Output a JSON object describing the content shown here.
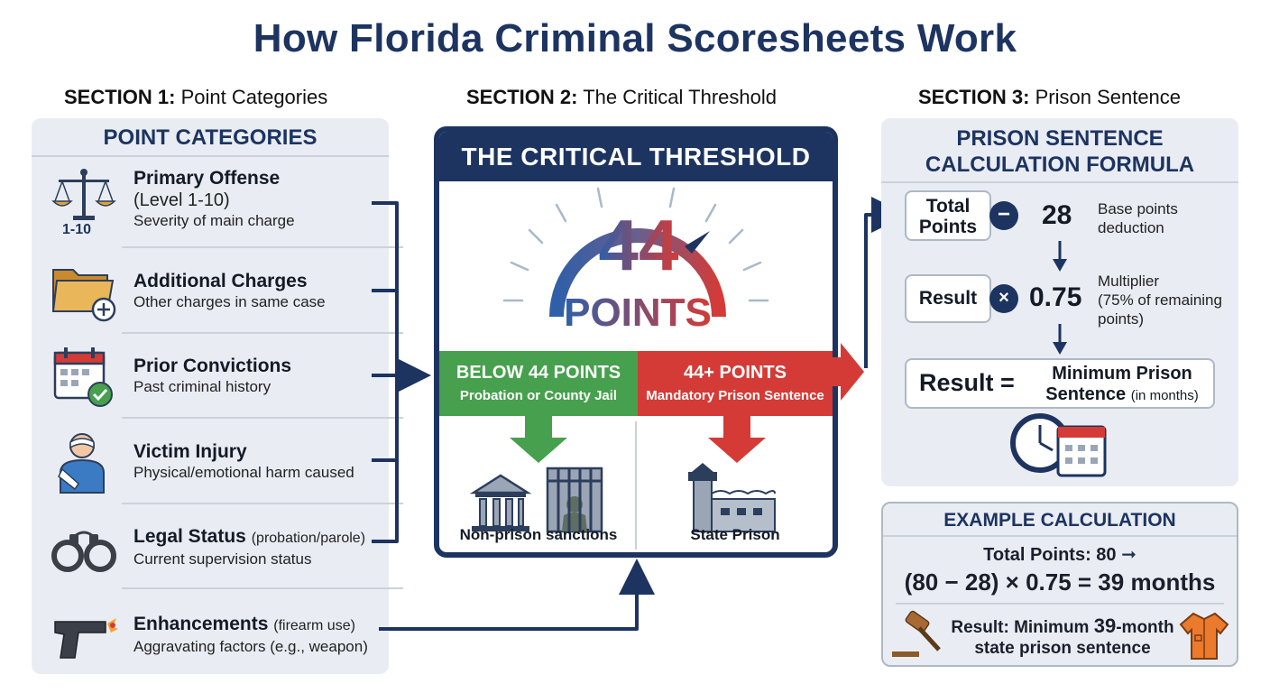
{
  "title": "How Florida Criminal Scoresheets Work",
  "sections": [
    {
      "prefix": "SECTION 1:",
      "name": "Point Categories"
    },
    {
      "prefix": "SECTION 2:",
      "name": "The Critical Threshold"
    },
    {
      "prefix": "SECTION 3:",
      "name": "Prison Sentence"
    }
  ],
  "point_categories": {
    "heading": "POINT CATEGORIES",
    "level_badge": "1-10",
    "items": [
      {
        "title": "Primary Offense",
        "qualifier": "(Level 1-10)",
        "desc": "Severity of main charge",
        "icon": "scales-icon"
      },
      {
        "title": "Additional Charges",
        "qualifier": "",
        "desc": "Other charges in same case",
        "icon": "folder-plus-icon"
      },
      {
        "title": "Prior Convictions",
        "qualifier": "",
        "desc": "Past criminal history",
        "icon": "calendar-check-icon"
      },
      {
        "title": "Victim Injury",
        "qualifier": "",
        "desc": "Physical/emotional harm caused",
        "icon": "injured-person-icon"
      },
      {
        "title": "Legal Status",
        "qualifier": "(probation/parole)",
        "desc": "Current supervision status",
        "icon": "handcuffs-icon"
      },
      {
        "title": "Enhancements",
        "qualifier": "(firearm use)",
        "desc": "Aggravating factors (e.g., weapon)",
        "icon": "pistol-icon"
      }
    ]
  },
  "threshold": {
    "heading": "THE CRITICAL THRESHOLD",
    "number": "44",
    "unit": "POINTS",
    "below": {
      "title": "BELOW 44 POINTS",
      "sub": "Probation or County Jail",
      "caption": "Non-prison sanctions",
      "color": "#46a04d"
    },
    "above": {
      "title": "44+ POINTS",
      "sub": "Mandatory Prison Sentence",
      "caption": "State Prison",
      "color": "#d43b37"
    }
  },
  "formula": {
    "heading_line1": "PRISON SENTENCE",
    "heading_line2": "CALCULATION FORMULA",
    "total_points_line1": "Total",
    "total_points_line2": "Points",
    "minus_sign": "−",
    "base_points": "28",
    "base_note_line1": "Base points",
    "base_note_line2": "deduction",
    "result_label": "Result",
    "times_sign": "×",
    "multiplier": "0.75",
    "mult_note_line1": "Multiplier",
    "mult_note_line2": "(75% of remaining",
    "mult_note_line3": "points)",
    "final_label": "Result =",
    "final_line1": "Minimum Prison",
    "final_line2": "Sentence",
    "final_unit": "(in months)"
  },
  "example": {
    "heading": "EXAMPLE CALCULATION",
    "total": "Total Points: 80",
    "equation": "(80 − 28) × 0.75 = 39 months",
    "result_prefix": "Result: Minimum",
    "result_number": "39",
    "result_suffix": "-month",
    "result_line2": "state prison sentence"
  },
  "colors": {
    "navy": "#1d3461",
    "green": "#46a04d",
    "red": "#d43b37",
    "panel": "#e9edf3"
  }
}
